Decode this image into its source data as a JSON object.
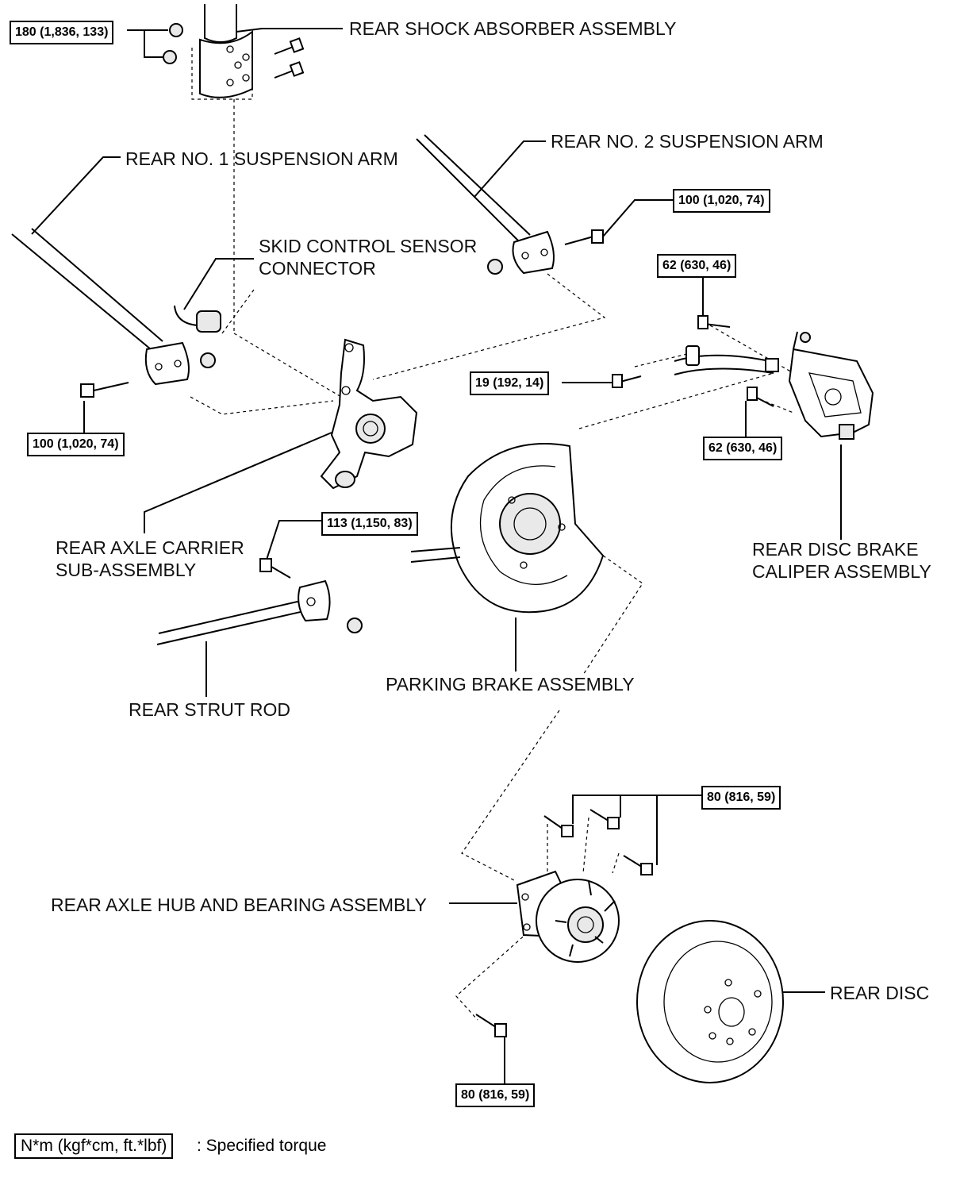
{
  "labels": {
    "rear_shock_absorber_assembly": "REAR SHOCK ABSORBER ASSEMBLY",
    "rear_no2_suspension_arm": "REAR NO. 2 SUSPENSION ARM",
    "rear_no1_suspension_arm": "REAR NO. 1 SUSPENSION ARM",
    "skid_control_sensor_connector_line1": "SKID CONTROL SENSOR",
    "skid_control_sensor_connector_line2": "CONNECTOR",
    "rear_axle_carrier_line1": "REAR AXLE CARRIER",
    "rear_axle_carrier_line2": "SUB-ASSEMBLY",
    "rear_disc_brake_caliper_line1": "REAR DISC BRAKE",
    "rear_disc_brake_caliper_line2": "CALIPER ASSEMBLY",
    "parking_brake_assembly": "PARKING BRAKE ASSEMBLY",
    "rear_strut_rod": "REAR STRUT ROD",
    "rear_axle_hub_and_bearing_assembly": "REAR AXLE HUB AND BEARING ASSEMBLY",
    "rear_disc": "REAR DISC"
  },
  "torques": {
    "shock_absorber_nuts": "180 (1,836, 133)",
    "no2_arm_bolt": "100 (1,020, 74)",
    "caliper_upper_bolt": "62 (630, 46)",
    "sensor_clamp_bolt": "19 (192, 14)",
    "caliper_lower_bolt": "62 (630, 46)",
    "no1_arm_bolt": "100 (1,020, 74)",
    "strut_rod_bolt": "113 (1,150, 83)",
    "hub_upper_bolts": "80 (816, 59)",
    "hub_lower_bolt": "80 (816, 59)"
  },
  "legend": {
    "unit_box": "N*m (kgf*cm, ft.*lbf)",
    "description": ": Specified torque"
  }
}
